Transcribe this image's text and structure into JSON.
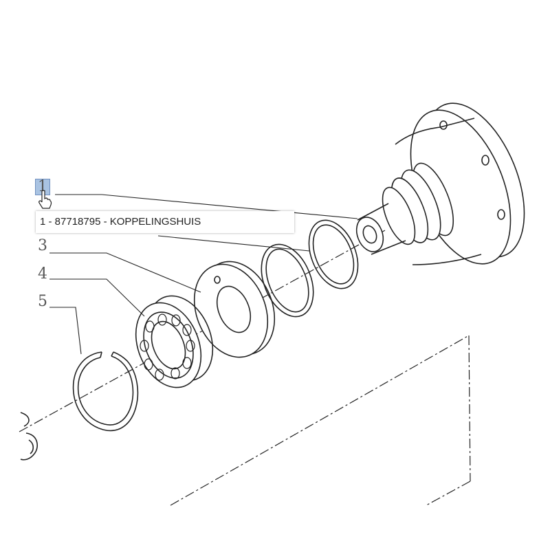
{
  "callouts": [
    {
      "number": "1",
      "active": true
    },
    {
      "number": "3"
    },
    {
      "number": "4"
    },
    {
      "number": "5"
    }
  ],
  "tooltip": {
    "text": "1 - 87718795 - KOPPELINGSHUIS"
  },
  "icons": {
    "cursor": "hand-pointer-icon"
  },
  "colors": {
    "highlight": "#a9c3e2",
    "line": "#222222",
    "background": "#ffffff"
  }
}
